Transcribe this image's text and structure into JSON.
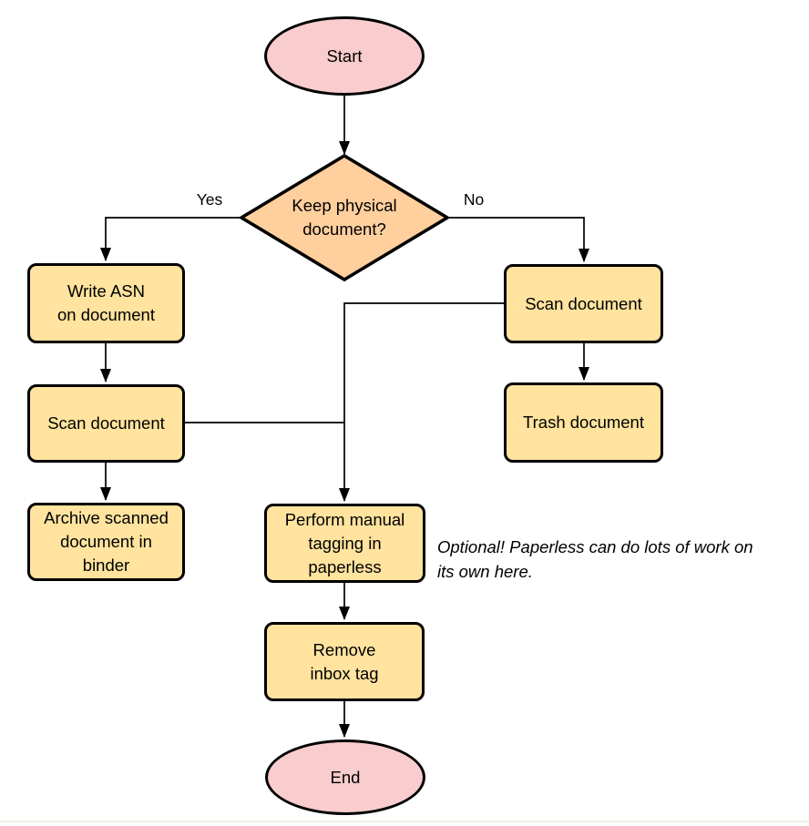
{
  "colors": {
    "terminator-fill": "#f9cccd",
    "decision-fill": "#ffcf9e",
    "process-fill": "#ffe39e",
    "stroke": "#000000",
    "canvas-bg": "#ffffff"
  },
  "diagram": {
    "nodes": {
      "start": {
        "type": "terminator",
        "label": "Start"
      },
      "decision": {
        "type": "decision",
        "label": "Keep physical\ndocument?"
      },
      "write_asn": {
        "type": "process",
        "label": "Write ASN\non document"
      },
      "scan_left": {
        "type": "process",
        "label": "Scan document"
      },
      "archive": {
        "type": "process",
        "label": "Archive scanned\ndocument in\nbinder"
      },
      "scan_right": {
        "type": "process",
        "label": "Scan document"
      },
      "trash": {
        "type": "process",
        "label": "Trash document"
      },
      "tagging": {
        "type": "process",
        "label": "Perform manual\ntagging in\npaperless"
      },
      "remove_tag": {
        "type": "process",
        "label": "Remove\ninbox tag"
      },
      "end": {
        "type": "terminator",
        "label": "End"
      }
    },
    "edge_labels": {
      "yes": "Yes",
      "no": "No"
    },
    "note": "Optional! Paperless can do lots of work on\nits own here."
  }
}
